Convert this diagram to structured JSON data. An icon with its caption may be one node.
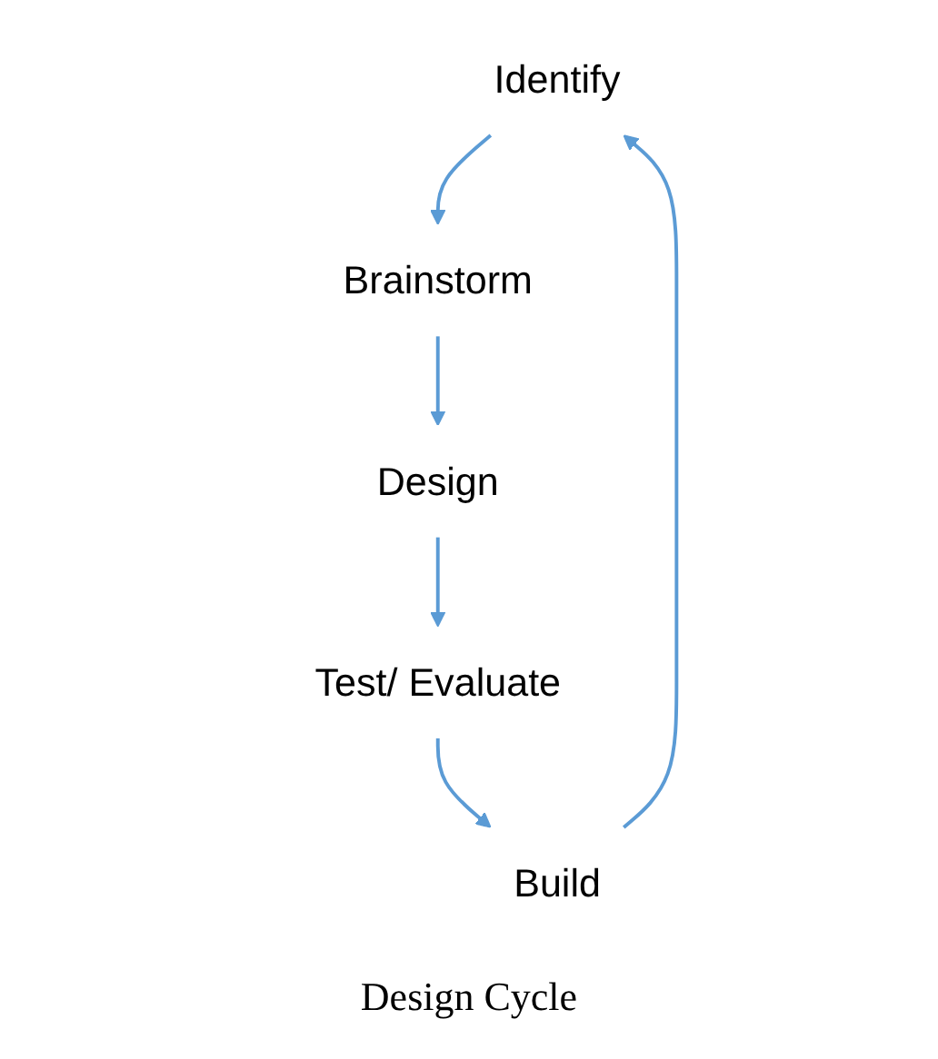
{
  "diagram": {
    "caption": "Design Cycle",
    "nodes": [
      {
        "text": [
          "Identify"
        ]
      },
      {
        "text": [
          "Brainstorm"
        ]
      },
      {
        "text": [
          "Design"
        ]
      },
      {
        "text": [
          "Test/ Evaluate"
        ]
      },
      {
        "text": [
          "Build"
        ]
      }
    ],
    "edges": [
      {
        "from": 0,
        "to": 1,
        "arrow": "to"
      },
      {
        "from": 1,
        "to": 2,
        "arrow": "to"
      },
      {
        "from": 2,
        "to": 3,
        "arrow": "to"
      },
      {
        "from": 3,
        "to": 4,
        "arrow": "to"
      },
      {
        "from": 4,
        "to": 0,
        "arrow": "to"
      }
    ]
  }
}
